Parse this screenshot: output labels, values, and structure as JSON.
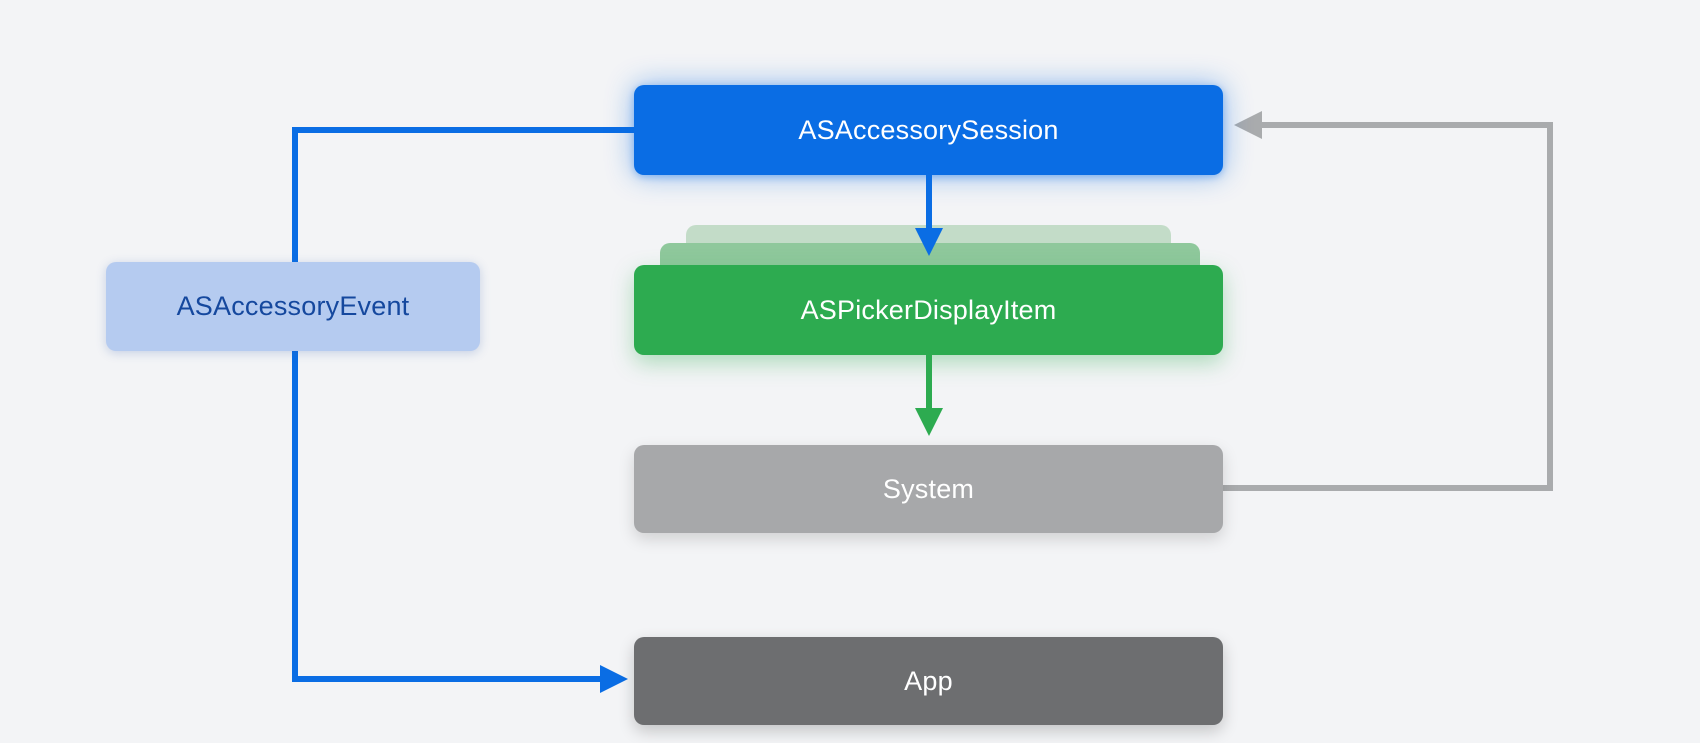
{
  "diagram": {
    "title": "ASAccessorySession picker flow diagram",
    "background_color": "#f3f4f6",
    "nodes": [
      {
        "id": "session",
        "label": "ASAccessorySession",
        "color": "#0a6de4",
        "text_color": "#ffffff"
      },
      {
        "id": "picker",
        "label": "ASPickerDisplayItem",
        "color": "#2dab50",
        "text_color": "#ffffff",
        "stacked_layers": [
          {
            "name": "back",
            "color": "#c3dcc8"
          },
          {
            "name": "middle",
            "color": "#8fc89c"
          }
        ]
      },
      {
        "id": "system",
        "label": "System",
        "color": "#a7a8aa",
        "text_color": "#ffffff"
      },
      {
        "id": "app",
        "label": "App",
        "color": "#6d6e70",
        "text_color": "#ffffff"
      },
      {
        "id": "event",
        "label": "ASAccessoryEvent",
        "color": "#b5cbf0",
        "text_color": "#15489e"
      }
    ],
    "edges": {
      "session_to_picker": {
        "from": "session",
        "to": "picker",
        "direction": "down",
        "color": "#0a6de4"
      },
      "picker_to_system": {
        "from": "picker",
        "to": "system",
        "direction": "down",
        "color": "#2dab50"
      },
      "session_to_app": {
        "from": "session",
        "to": "app",
        "via": "event",
        "direction": "left-down-right",
        "color": "#0a6de4"
      },
      "system_to_session": {
        "from": "system",
        "to": "session",
        "direction": "right-up-left",
        "color": "#a9abad"
      }
    }
  }
}
